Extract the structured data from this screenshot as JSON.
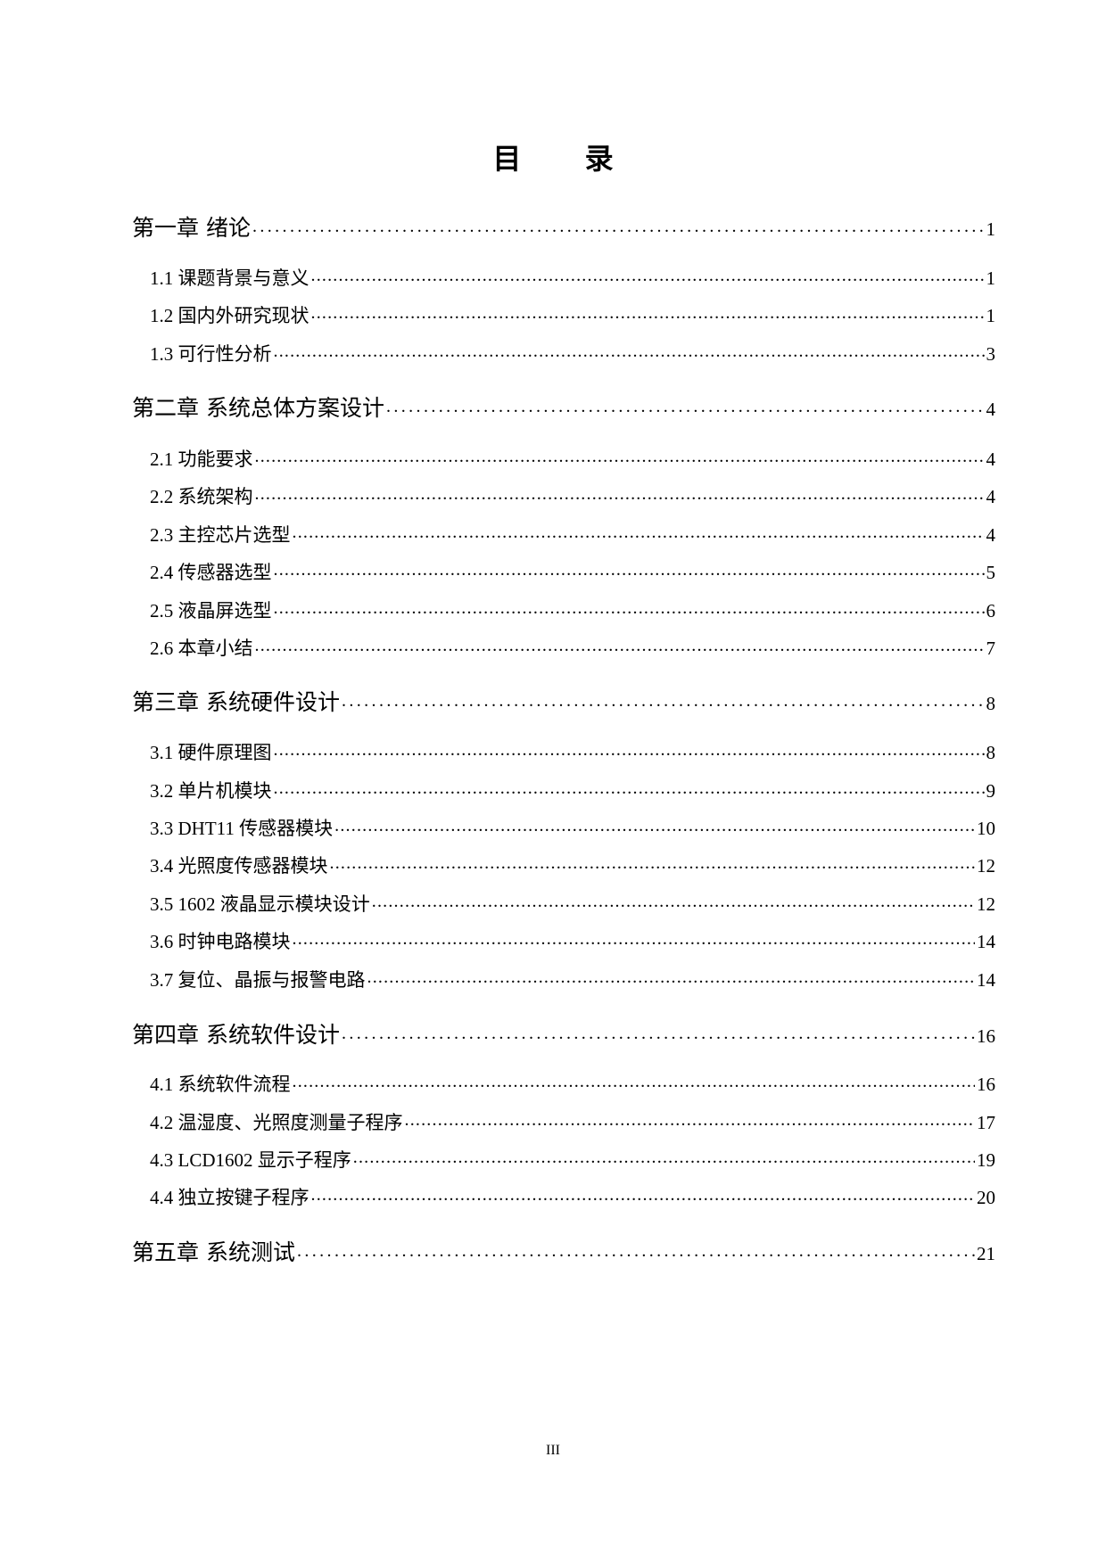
{
  "title": "目 录",
  "toc": [
    {
      "type": "chapter",
      "label": "第一章  绪论",
      "page": "1"
    },
    {
      "type": "section",
      "label": "1.1 课题背景与意义",
      "page": "1"
    },
    {
      "type": "section",
      "label": "1.2 国内外研究现状",
      "page": "1"
    },
    {
      "type": "section",
      "label": "1.3 可行性分析",
      "page": "3"
    },
    {
      "type": "chapter",
      "label": "第二章  系统总体方案设计",
      "page": "4"
    },
    {
      "type": "section",
      "label": "2.1 功能要求",
      "page": "4"
    },
    {
      "type": "section",
      "label": "2.2 系统架构",
      "page": "4"
    },
    {
      "type": "section",
      "label": "2.3 主控芯片选型",
      "page": "4"
    },
    {
      "type": "section",
      "label": "2.4 传感器选型",
      "page": "5"
    },
    {
      "type": "section",
      "label": "2.5 液晶屏选型",
      "page": "6"
    },
    {
      "type": "section",
      "label": "2.6 本章小结",
      "page": "7"
    },
    {
      "type": "chapter",
      "label": "第三章  系统硬件设计",
      "page": "8"
    },
    {
      "type": "section",
      "label": "3.1 硬件原理图",
      "page": "8"
    },
    {
      "type": "section",
      "label": "3.2 单片机模块",
      "page": "9"
    },
    {
      "type": "section",
      "label": "3.3 DHT11 传感器模块",
      "page": "10"
    },
    {
      "type": "section",
      "label": "3.4 光照度传感器模块",
      "page": "12"
    },
    {
      "type": "section",
      "label": "3.5 1602 液晶显示模块设计",
      "page": "12"
    },
    {
      "type": "section",
      "label": "3.6 时钟电路模块",
      "page": "14"
    },
    {
      "type": "section",
      "label": "3.7 复位、晶振与报警电路",
      "page": "14"
    },
    {
      "type": "chapter",
      "label": "第四章  系统软件设计",
      "page": "16"
    },
    {
      "type": "section",
      "label": "4.1 系统软件流程",
      "page": "16"
    },
    {
      "type": "section",
      "label": "4.2 温湿度、光照度测量子程序",
      "page": "17"
    },
    {
      "type": "section",
      "label": "4.3 LCD1602 显示子程序",
      "page": "19"
    },
    {
      "type": "section",
      "label": "4.4 独立按键子程序",
      "page": "20"
    },
    {
      "type": "chapter",
      "label": "第五章  系统测试",
      "page": "21"
    }
  ],
  "footer": {
    "page_number": "III"
  }
}
